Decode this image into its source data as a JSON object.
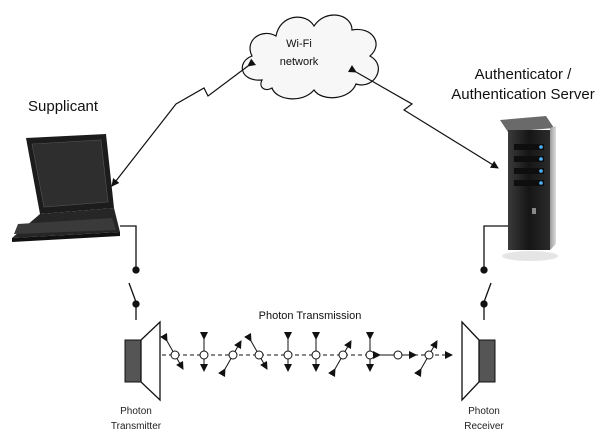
{
  "cloud": {
    "line1": "Wi-Fi",
    "line2": "network"
  },
  "supplicant": {
    "label": "Supplicant"
  },
  "server": {
    "line1": "Authenticator /",
    "line2": "Authentication Server"
  },
  "transmission": {
    "label": "Photon Transmission"
  },
  "transmitter": {
    "line1": "Photon",
    "line2": "Transmitter"
  },
  "receiver": {
    "line1": "Photon",
    "line2": "Receiver"
  },
  "icons": [
    "laptop-icon",
    "server-tower-icon",
    "cloud-icon",
    "switch-icon",
    "photon-emitter-icon",
    "photon-detector-icon"
  ],
  "colors": {
    "stroke": "#111111",
    "cloud_fill": "#f7f7f7",
    "device_dark": "#222222",
    "emitter_fill": "#555555"
  }
}
